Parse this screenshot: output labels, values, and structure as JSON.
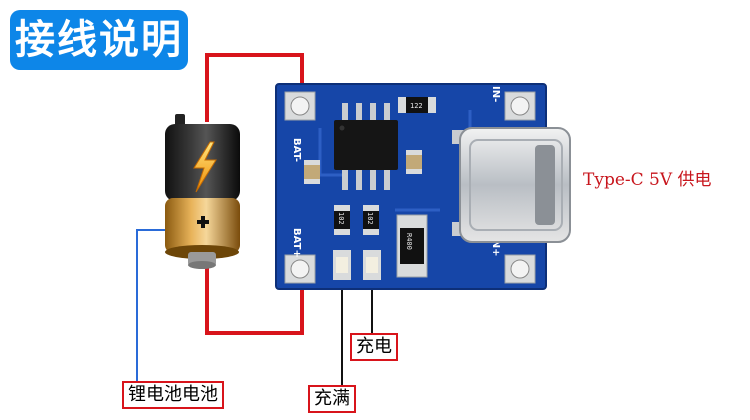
{
  "title": "接线说明",
  "labels": {
    "power_input": "Type-C 5V 供电",
    "charging": "充电",
    "full": "充满",
    "battery": "锂电池电池"
  },
  "board": {
    "pad_bat_minus": "BAT-",
    "pad_bat_plus": "BAT+",
    "pad_in_minus": "IN-",
    "pad_in_plus": "IN+",
    "resistor_top": "122",
    "resistor_r1": "102",
    "resistor_r2": "102",
    "resistor_big": "R400"
  },
  "colors": {
    "title_bg": "#0d86e8",
    "wire": "#d8141b",
    "pointer_line": "#2a6bd8",
    "pcb": "#1646a8"
  },
  "icons": [
    "lightning-bolt-icon",
    "plus-icon"
  ]
}
